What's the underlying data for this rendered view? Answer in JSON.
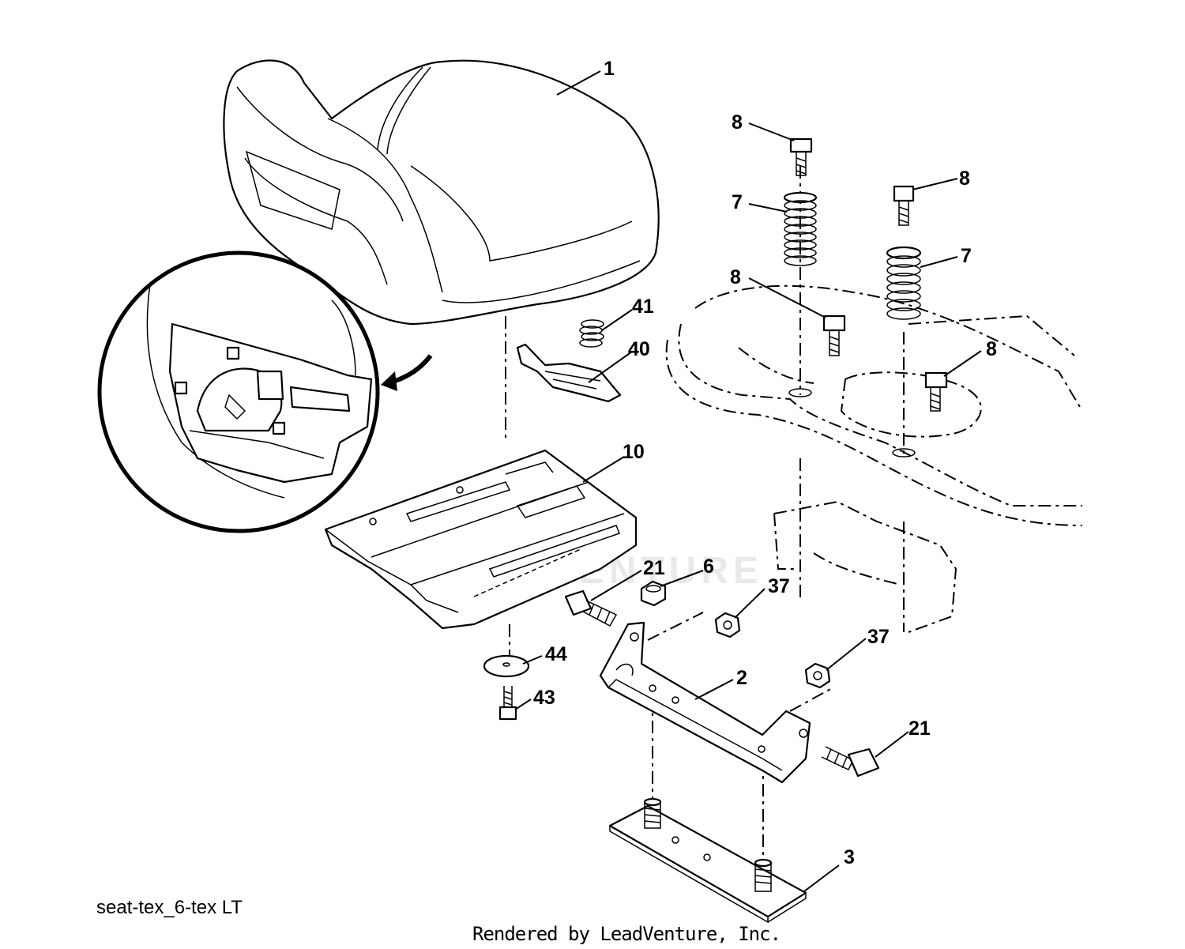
{
  "diagram": {
    "name": "seat-tex_6-tex LT",
    "credit": "Rendered by LeadVenture, Inc.",
    "watermark": "LEADVENTURE"
  },
  "callouts": [
    {
      "id": "c1",
      "label": "1"
    },
    {
      "id": "c8a",
      "label": "8"
    },
    {
      "id": "c8b",
      "label": "8"
    },
    {
      "id": "c8c",
      "label": "8"
    },
    {
      "id": "c8d",
      "label": "8"
    },
    {
      "id": "c7a",
      "label": "7"
    },
    {
      "id": "c7b",
      "label": "7"
    },
    {
      "id": "c41",
      "label": "41"
    },
    {
      "id": "c40",
      "label": "40"
    },
    {
      "id": "c10",
      "label": "10"
    },
    {
      "id": "c21a",
      "label": "21"
    },
    {
      "id": "c6",
      "label": "6"
    },
    {
      "id": "c37a",
      "label": "37"
    },
    {
      "id": "c37b",
      "label": "37"
    },
    {
      "id": "c44",
      "label": "44"
    },
    {
      "id": "c43",
      "label": "43"
    },
    {
      "id": "c2",
      "label": "2"
    },
    {
      "id": "c21b",
      "label": "21"
    },
    {
      "id": "c3",
      "label": "3"
    }
  ]
}
